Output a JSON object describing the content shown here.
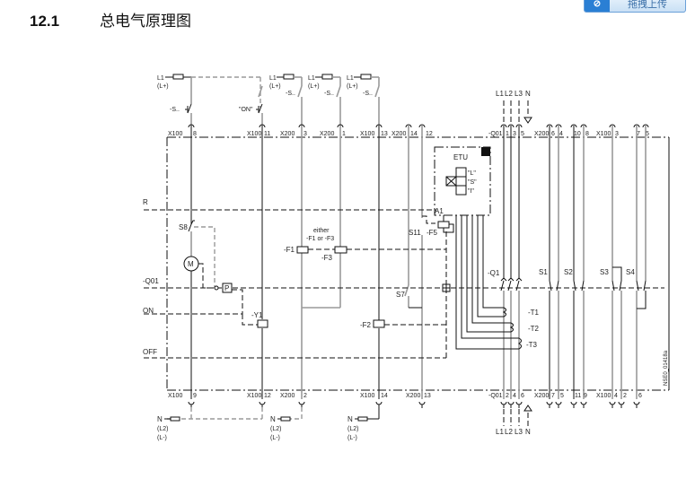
{
  "heading": {
    "section_number": "12.1",
    "section_title": "总电气原理图"
  },
  "upload_button": {
    "icon": "upload-link-icon",
    "icon_glyph": "⊘",
    "label": "拖拽上传"
  },
  "diagram": {
    "supply": {
      "l1": "L1",
      "lplus": "(L+)",
      "s_label": "-S..",
      "on_label": "\"ON\"",
      "n": "N",
      "l2": "(L2)",
      "lminus": "(L-)"
    },
    "top_terminals": [
      {
        "strip": "X100",
        "pin": "8"
      },
      {
        "strip": "X100",
        "pin": "11"
      },
      {
        "strip": "X200",
        "pin": "3"
      },
      {
        "strip": "X200",
        "pin": "1"
      },
      {
        "strip": "X100",
        "pin": "13"
      },
      {
        "strip": "X200",
        "pin": "14"
      },
      {
        "strip": "",
        "pin": "12"
      },
      {
        "strip": "-Q01",
        "pin": "1"
      },
      {
        "strip": "",
        "pin": "3"
      },
      {
        "strip": "",
        "pin": "5"
      },
      {
        "strip": "X200",
        "pin": "6"
      },
      {
        "strip": "",
        "pin": "4"
      },
      {
        "strip": "",
        "pin": "10"
      },
      {
        "strip": "",
        "pin": "8"
      },
      {
        "strip": "X100",
        "pin": "3"
      },
      {
        "strip": "",
        "pin": "7"
      },
      {
        "strip": "",
        "pin": "5"
      }
    ],
    "bottom_terminals": [
      {
        "strip": "X100",
        "pin": "9"
      },
      {
        "strip": "X100",
        "pin": "12"
      },
      {
        "strip": "X200",
        "pin": "2"
      },
      {
        "strip": "X100",
        "pin": "14"
      },
      {
        "strip": "X200",
        "pin": "13"
      },
      {
        "strip": "-Q01",
        "pin": "2"
      },
      {
        "strip": "",
        "pin": "4"
      },
      {
        "strip": "",
        "pin": "6"
      },
      {
        "strip": "X200",
        "pin": "7"
      },
      {
        "strip": "",
        "pin": "5"
      },
      {
        "strip": "",
        "pin": "11"
      },
      {
        "strip": "",
        "pin": "9"
      },
      {
        "strip": "X100",
        "pin": "4"
      },
      {
        "strip": "",
        "pin": "2"
      },
      {
        "strip": "",
        "pin": "6"
      }
    ],
    "phases_top": [
      "L1",
      "L2",
      "L3",
      "N"
    ],
    "phases_bottom": [
      "L1",
      "L2",
      "L3",
      "N"
    ],
    "mech_links": {
      "r": "R",
      "q01": "-Q01",
      "on": "ON",
      "off": "OFF"
    },
    "components": {
      "s8": "S8",
      "motor": "M",
      "p": "P",
      "y1": "-Y1",
      "f1": "-F1",
      "f3": "-F3",
      "f2": "-F2",
      "either": "either",
      "either_sub": "-F1 or -F3",
      "s11": "S11",
      "f5": "-F5",
      "a1": "A1",
      "s7": "S7",
      "etu": "ETU",
      "etu_l": "\"L\"",
      "etu_s": "\"S\"",
      "etu_i": "\"I\"",
      "q1": "-Q1",
      "t1": "-T1",
      "t2": "-T2",
      "t3": "-T3",
      "s1": "S1",
      "s2": "S2",
      "s3": "S3",
      "s4": "S4"
    },
    "drawing_id": "NSE0_01418a"
  }
}
